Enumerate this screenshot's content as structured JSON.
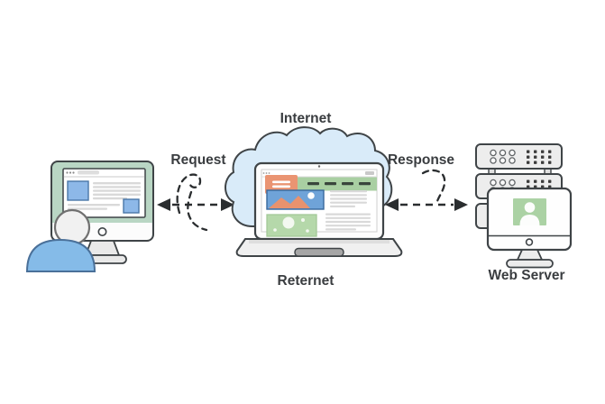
{
  "labels": {
    "internet": "Internet",
    "request": "Request",
    "response": "Response",
    "reternet": "Reternet",
    "web_server": "Web Server"
  },
  "icons": {
    "client": "desktop-monitor-icon, user-icon",
    "middle": "cloud-icon, laptop-icon",
    "right": "server-rack-icon, server-monitor-icon, user-avatar-icon",
    "arrows": "request-dashed-arrow, response-dashed-arrow"
  },
  "colors": {
    "background": "#ffffff",
    "outline": "#3f4447",
    "label_text": "#3a3d40",
    "arrow": "#2a2d2f",
    "cloud_fill": "#d9ebf9",
    "client_screen_green": "#b9d6c4",
    "user_body_blue": "#85bbe8",
    "webpage_header_orange": "#ea9472",
    "webpage_header_green": "#a9cfa2",
    "webpage_image_blue": "#6fa3d8",
    "webpage_image_green": "#b5d8aa",
    "avatar_panel_green": "#abd2a4",
    "placeholder_line_gray": "#d9d9d9",
    "device_gray": "#ececec"
  }
}
